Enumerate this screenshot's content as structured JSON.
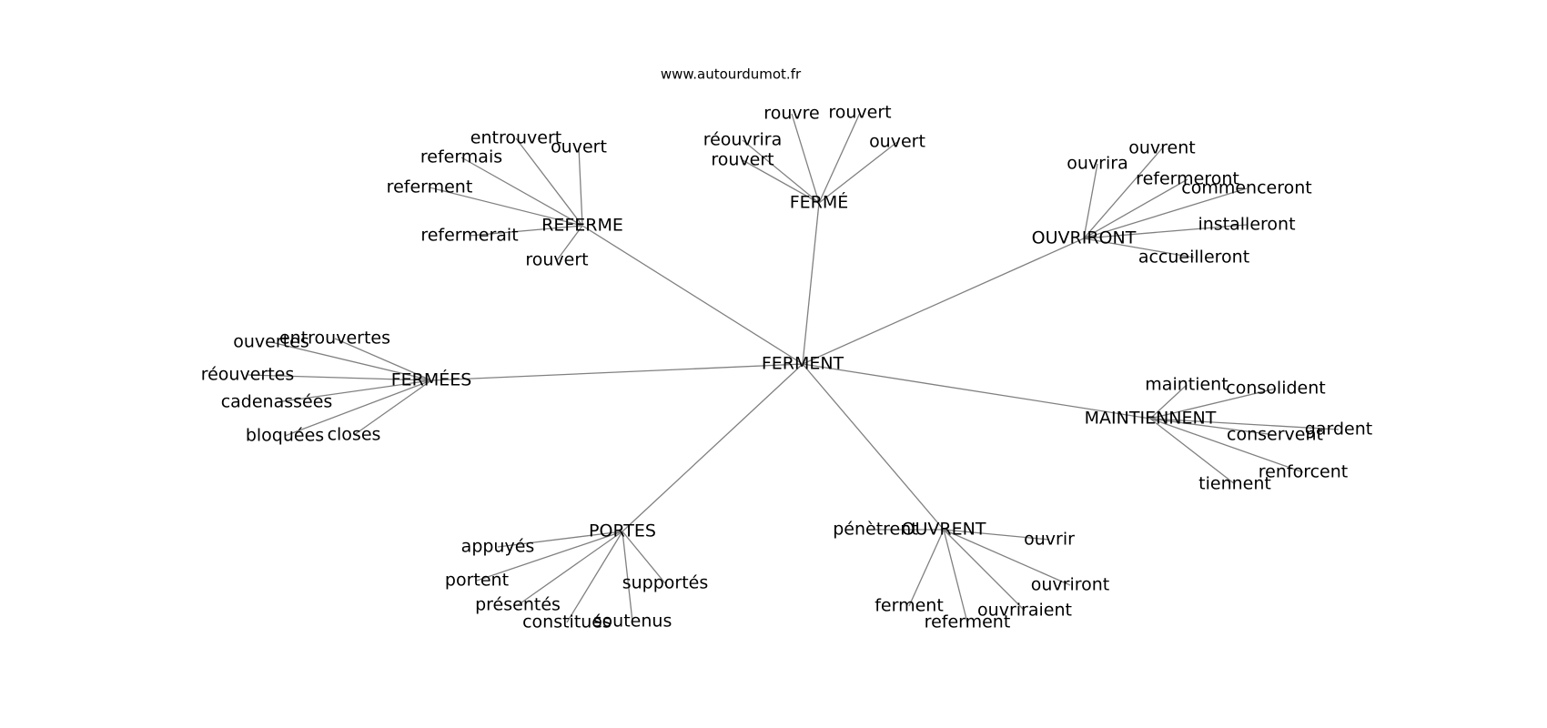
{
  "source_label": "www.autourdumot.fr",
  "center": {
    "id": "ferment",
    "label": "FERMENT"
  },
  "clusters": [
    {
      "id": "referme",
      "label": "REFERME",
      "words": [
        {
          "id": "entrouvert",
          "label": "entrouvert"
        },
        {
          "id": "ouvert",
          "label": "ouvert"
        },
        {
          "id": "refermais",
          "label": "refermais"
        },
        {
          "id": "referment",
          "label": "referment"
        },
        {
          "id": "refermerait",
          "label": "refermerait"
        },
        {
          "id": "rouvert",
          "label": "rouvert"
        }
      ]
    },
    {
      "id": "ferme-accent",
      "label": "FERMÉ",
      "words": [
        {
          "id": "rouvre",
          "label": "rouvre"
        },
        {
          "id": "rouvert",
          "label": "rouvert"
        },
        {
          "id": "reouvrira",
          "label": "réouvrira"
        },
        {
          "id": "rouvert-2",
          "label": "rouvert"
        },
        {
          "id": "ouvert",
          "label": "ouvert"
        }
      ]
    },
    {
      "id": "ouvriront",
      "label": "OUVRIRONT",
      "words": [
        {
          "id": "ouvrent",
          "label": "ouvrent"
        },
        {
          "id": "ouvrira",
          "label": "ouvrira"
        },
        {
          "id": "refermeront",
          "label": "refermeront"
        },
        {
          "id": "commenceront",
          "label": "commenceront"
        },
        {
          "id": "installeront",
          "label": "installeront"
        },
        {
          "id": "accueilleront",
          "label": "accueilleront"
        }
      ]
    },
    {
      "id": "fermees",
      "label": "FERMÉES",
      "words": [
        {
          "id": "ouvertes",
          "label": "ouvertes"
        },
        {
          "id": "entrouvertes",
          "label": "entrouvertes"
        },
        {
          "id": "reouvertes",
          "label": "réouvertes"
        },
        {
          "id": "cadenassees",
          "label": "cadenassées"
        },
        {
          "id": "bloquees",
          "label": "bloquées"
        },
        {
          "id": "closes",
          "label": "closes"
        }
      ]
    },
    {
      "id": "maintiennent",
      "label": "MAINTIENNENT",
      "words": [
        {
          "id": "maintient",
          "label": "maintient"
        },
        {
          "id": "consolident",
          "label": "consolident"
        },
        {
          "id": "gardent",
          "label": "gardent"
        },
        {
          "id": "conservent",
          "label": "conservent"
        },
        {
          "id": "renforcent",
          "label": "renforcent"
        },
        {
          "id": "tiennent",
          "label": "tiennent"
        }
      ]
    },
    {
      "id": "portes",
      "label": "PORTES",
      "words": [
        {
          "id": "appuyes",
          "label": "appuyés"
        },
        {
          "id": "portent",
          "label": "portent"
        },
        {
          "id": "presentes",
          "label": "présentés"
        },
        {
          "id": "constitues",
          "label": "constitués"
        },
        {
          "id": "soutenus",
          "label": "soutenus"
        },
        {
          "id": "supportes",
          "label": "supportés"
        }
      ]
    },
    {
      "id": "ouvrent",
      "label": "OUVRENT",
      "words": [
        {
          "id": "penetrent",
          "label": "pénètrent"
        },
        {
          "id": "ouvrir",
          "label": "ouvrir"
        },
        {
          "id": "ouvriront",
          "label": "ouvriront"
        },
        {
          "id": "ouvriraient",
          "label": "ouvriraient"
        },
        {
          "id": "referment",
          "label": "referment"
        },
        {
          "id": "ferment",
          "label": "ferment"
        }
      ]
    }
  ]
}
